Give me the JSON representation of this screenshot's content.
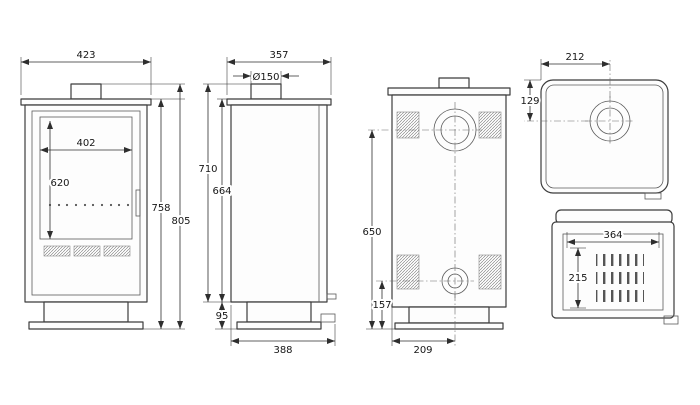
{
  "drawing": {
    "front": {
      "width": "423",
      "glass_width": "402",
      "glass_height": "620",
      "body_height": "758",
      "total_height": "805"
    },
    "side": {
      "depth": "357",
      "flue_diameter": "Ø150",
      "upper_height": "710",
      "body_height": "664",
      "base_height": "95",
      "total_depth": "388"
    },
    "back": {
      "flue_center_height": "650",
      "lower_outlet_height": "157",
      "flue_offset": "209"
    },
    "top": {
      "width_to_flue": "212",
      "depth_to_flue": "129"
    },
    "rear_detail": {
      "inner_width": "364",
      "inner_height": "215"
    }
  }
}
